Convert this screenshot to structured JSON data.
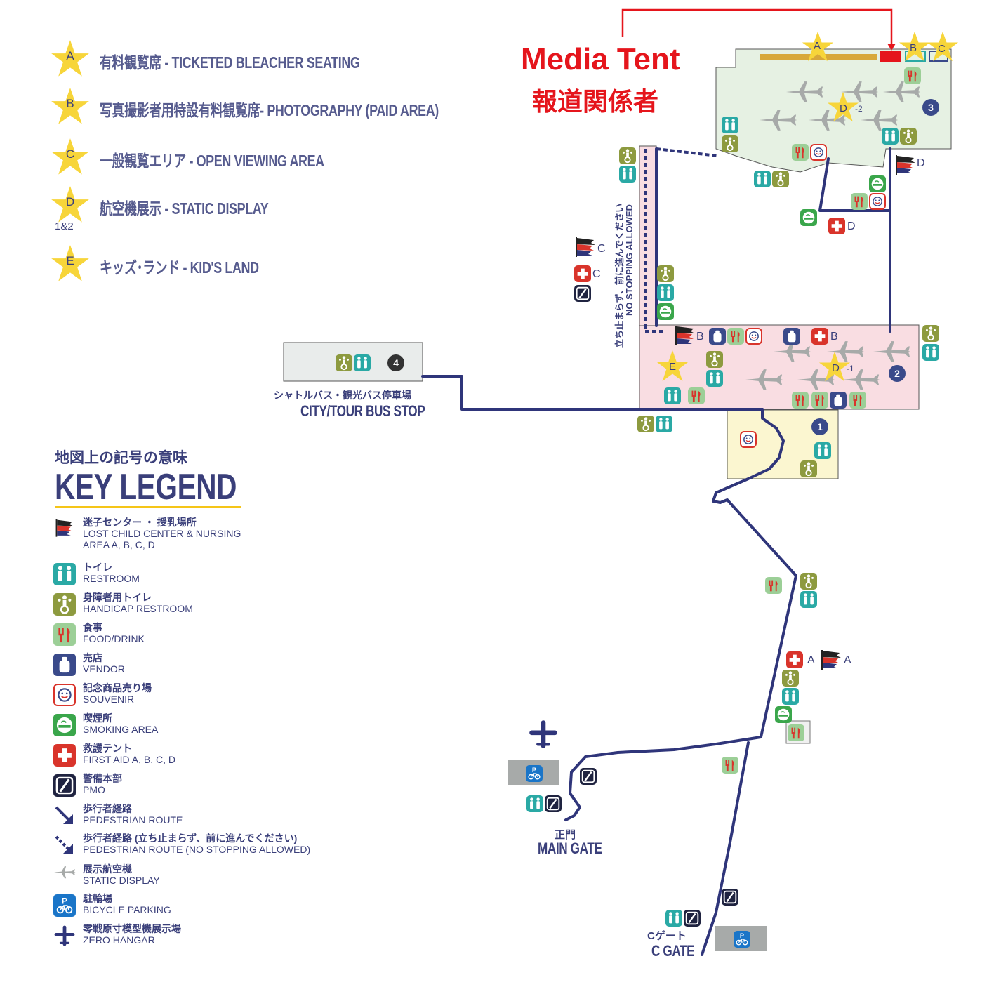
{
  "zones": [
    {
      "letter": "A",
      "label": "有料観覧席 - TICKETED BLEACHER SEATING"
    },
    {
      "letter": "B",
      "label": "写真撮影者用特設有料観覧席- PHOTOGRAPHY (PAID AREA)"
    },
    {
      "letter": "C",
      "label": "一般観覧エリア - OPEN VIEWING AREA"
    },
    {
      "letter": "D",
      "label": "航空機展示 - STATIC DISPLAY",
      "sub": "1&2"
    },
    {
      "letter": "E",
      "label": "キッズ･ランド - KID'S LAND"
    }
  ],
  "media": {
    "title": "Media Tent",
    "subtitle": "報道関係者"
  },
  "key": {
    "title_jp": "地図上の記号の意味",
    "title_en": "KEY LEGEND",
    "items": [
      {
        "icon": "lost-child-flag-icon",
        "jp": "迷子センター ・ 授乳場所",
        "en": "LOST CHILD CENTER & NURSING AREA  A, B, C, D"
      },
      {
        "icon": "restroom-icon",
        "jp": "トイレ",
        "en": "RESTROOM"
      },
      {
        "icon": "handicap-restroom-icon",
        "jp": "身障者用トイレ",
        "en": "HANDICAP RESTROOM"
      },
      {
        "icon": "food-drink-icon",
        "jp": "食事",
        "en": "FOOD/DRINK"
      },
      {
        "icon": "vendor-icon",
        "jp": "売店",
        "en": "VENDOR"
      },
      {
        "icon": "souvenir-icon",
        "jp": "記念商品売り場",
        "en": "SOUVENIR"
      },
      {
        "icon": "smoking-area-icon",
        "jp": "喫煙所",
        "en": "SMOKING AREA"
      },
      {
        "icon": "first-aid-icon",
        "jp": "救護テント",
        "en": "FIRST AID A, B, C, D"
      },
      {
        "icon": "pmo-icon",
        "jp": "警備本部",
        "en": "PMO"
      },
      {
        "icon": "pedestrian-route-icon",
        "jp": "歩行者経路",
        "en": "PEDESTRIAN ROUTE"
      },
      {
        "icon": "pedestrian-route-no-stopping-icon",
        "jp": "歩行者経路 (立ち止まらず、前に進んでください)",
        "en": "PEDESTRIAN ROUTE (NO STOPPING ALLOWED)"
      },
      {
        "icon": "static-display-icon",
        "jp": "展示航空機",
        "en": "STATIC DISPLAY"
      },
      {
        "icon": "bicycle-parking-icon",
        "jp": "駐輪場",
        "en": "BICYCLE PARKING"
      },
      {
        "icon": "zero-hangar-icon",
        "jp": "零戦原寸模型機展示場",
        "en": "ZERO HANGAR"
      }
    ]
  },
  "map": {
    "area_numbers": [
      "1",
      "2",
      "3",
      "4"
    ],
    "bus_stop_jp": "シャトルバス・観光バス停車場",
    "bus_stop_en": "CITY/TOUR BUS STOP",
    "no_stopping_jp": "立ち止まらず、前に進んでください",
    "no_stopping_en": "NO STOPPING ALLOWED",
    "main_gate_jp": "正門",
    "main_gate_en": "MAIN GATE",
    "c_gate_jp": "Cゲート",
    "c_gate_en": "C GATE",
    "star_a": "A",
    "star_b": "B",
    "star_c": "C",
    "star_e": "E",
    "star_d1": "D",
    "star_d1_suffix": "-1",
    "star_d2": "D",
    "star_d2_suffix": "-2",
    "marker_a": "A",
    "marker_b": "B",
    "marker_c": "C",
    "marker_d": "D"
  },
  "colors": {
    "route": "#2f357a",
    "star": "#f7d53a",
    "media": "#e5151c",
    "area1": "#fbf6d0",
    "area2": "#f9dde2",
    "area3": "#e6f1e3",
    "area4": "#e9eceb"
  }
}
